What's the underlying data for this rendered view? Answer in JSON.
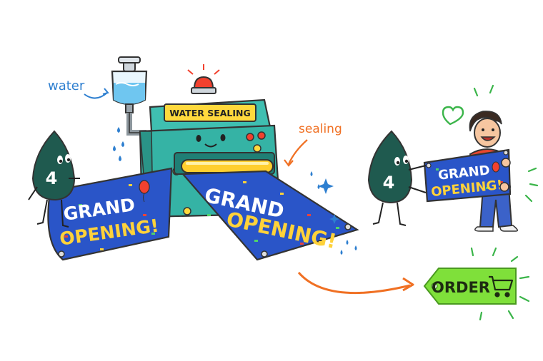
{
  "labels": {
    "water": "water",
    "sealing": "sealing",
    "machine_sign": "WATER SEALING"
  },
  "banners": {
    "line1": "GRAND",
    "line2": "OPENING!"
  },
  "mascot": {
    "number": "4"
  },
  "order_button": {
    "label": "ORDER",
    "icon": "shopping-cart-icon"
  },
  "colors": {
    "banner_blue": "#2a55c8",
    "banner_text": "#ffd23a",
    "machine_teal": "#35b3a5",
    "machine_sign_yellow": "#ffd93d",
    "mascot_green": "#1f5a4f",
    "person_shirt": "#e8472f",
    "arrow_orange": "#f07023",
    "order_green": "#7fe03a",
    "water_blue": "#2e7fd0"
  }
}
